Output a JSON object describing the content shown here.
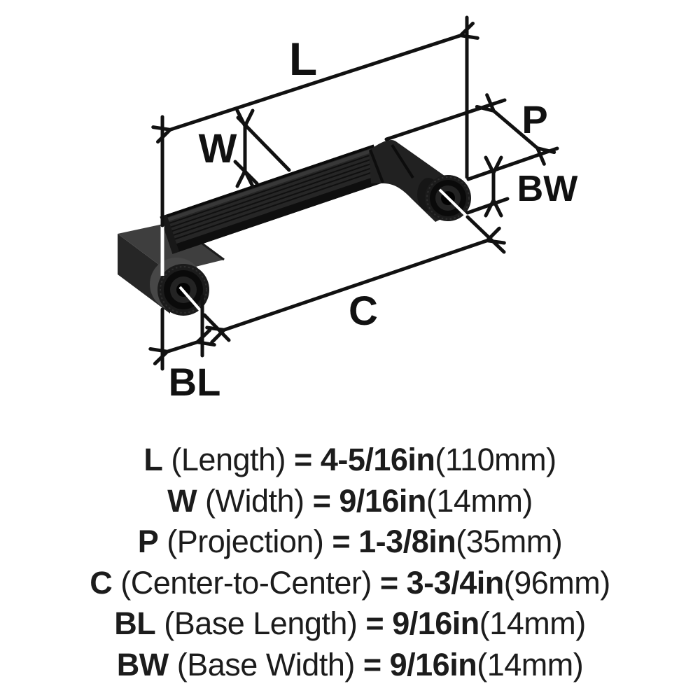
{
  "figure": {
    "description": "Technical dimension diagram of a black fluted cabinet pull handle",
    "colors": {
      "background": "#ffffff",
      "dimension_line": "#111111",
      "spec_text": "#1c1c1c",
      "handle_dark": "#0a0a0a",
      "handle_mid": "#262626",
      "handle_light": "#3e3e3e"
    }
  },
  "diagram_labels": {
    "l": "L",
    "w": "W",
    "p": "P",
    "c": "C",
    "bl": "BL",
    "bw": "BW"
  },
  "specs": [
    {
      "symbol": "L",
      "name": " (Length) ",
      "value": "= 4-5/16in",
      "metric": "(110mm)"
    },
    {
      "symbol": "W",
      "name": " (Width) ",
      "value": "= 9/16in",
      "metric": "(14mm)"
    },
    {
      "symbol": "P",
      "name": " (Projection) ",
      "value": "= 1-3/8in",
      "metric": "(35mm)"
    },
    {
      "symbol": "C",
      "name": " (Center-to-Center) ",
      "value": "= 3-3/4in",
      "metric": "(96mm)"
    },
    {
      "symbol": "BL",
      "name": " (Base Length) ",
      "value": "= 9/16in",
      "metric": "(14mm)"
    },
    {
      "symbol": "BW",
      "name": " (Base Width) ",
      "value": "= 9/16in",
      "metric": "(14mm)"
    }
  ]
}
